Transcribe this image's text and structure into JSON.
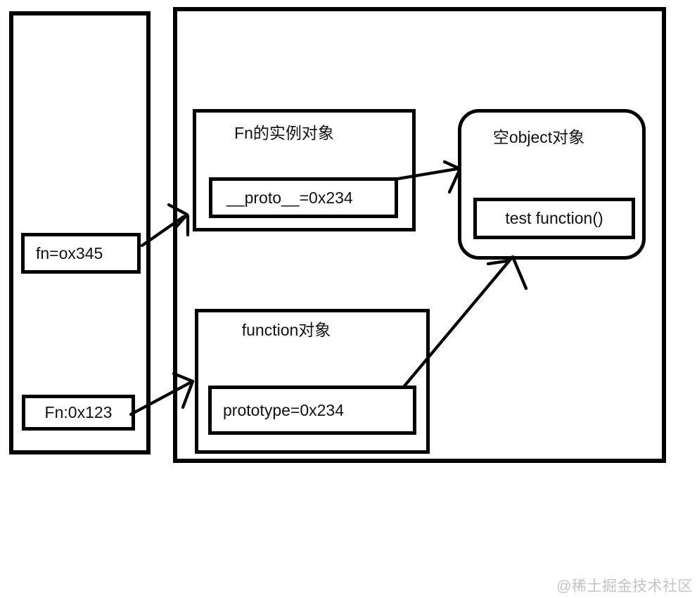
{
  "page": {
    "watermark": "@稀土掘金技术社区"
  },
  "left_panel": {
    "fn_entry": "fn=ox345",
    "Fn_entry": "Fn:0x123"
  },
  "main_panel": {
    "instance_object": {
      "title": "Fn的实例对象",
      "proto_field": "__proto__=0x234"
    },
    "empty_object": {
      "title": "空object对象",
      "test_field": "test function()"
    },
    "function_object": {
      "title": "function对象",
      "prototype_field": "prototype=0x234"
    }
  },
  "colors": {
    "stroke": "#000000",
    "text": "#111111",
    "watermark": "#c4c4c4",
    "background": "#ffffff"
  }
}
